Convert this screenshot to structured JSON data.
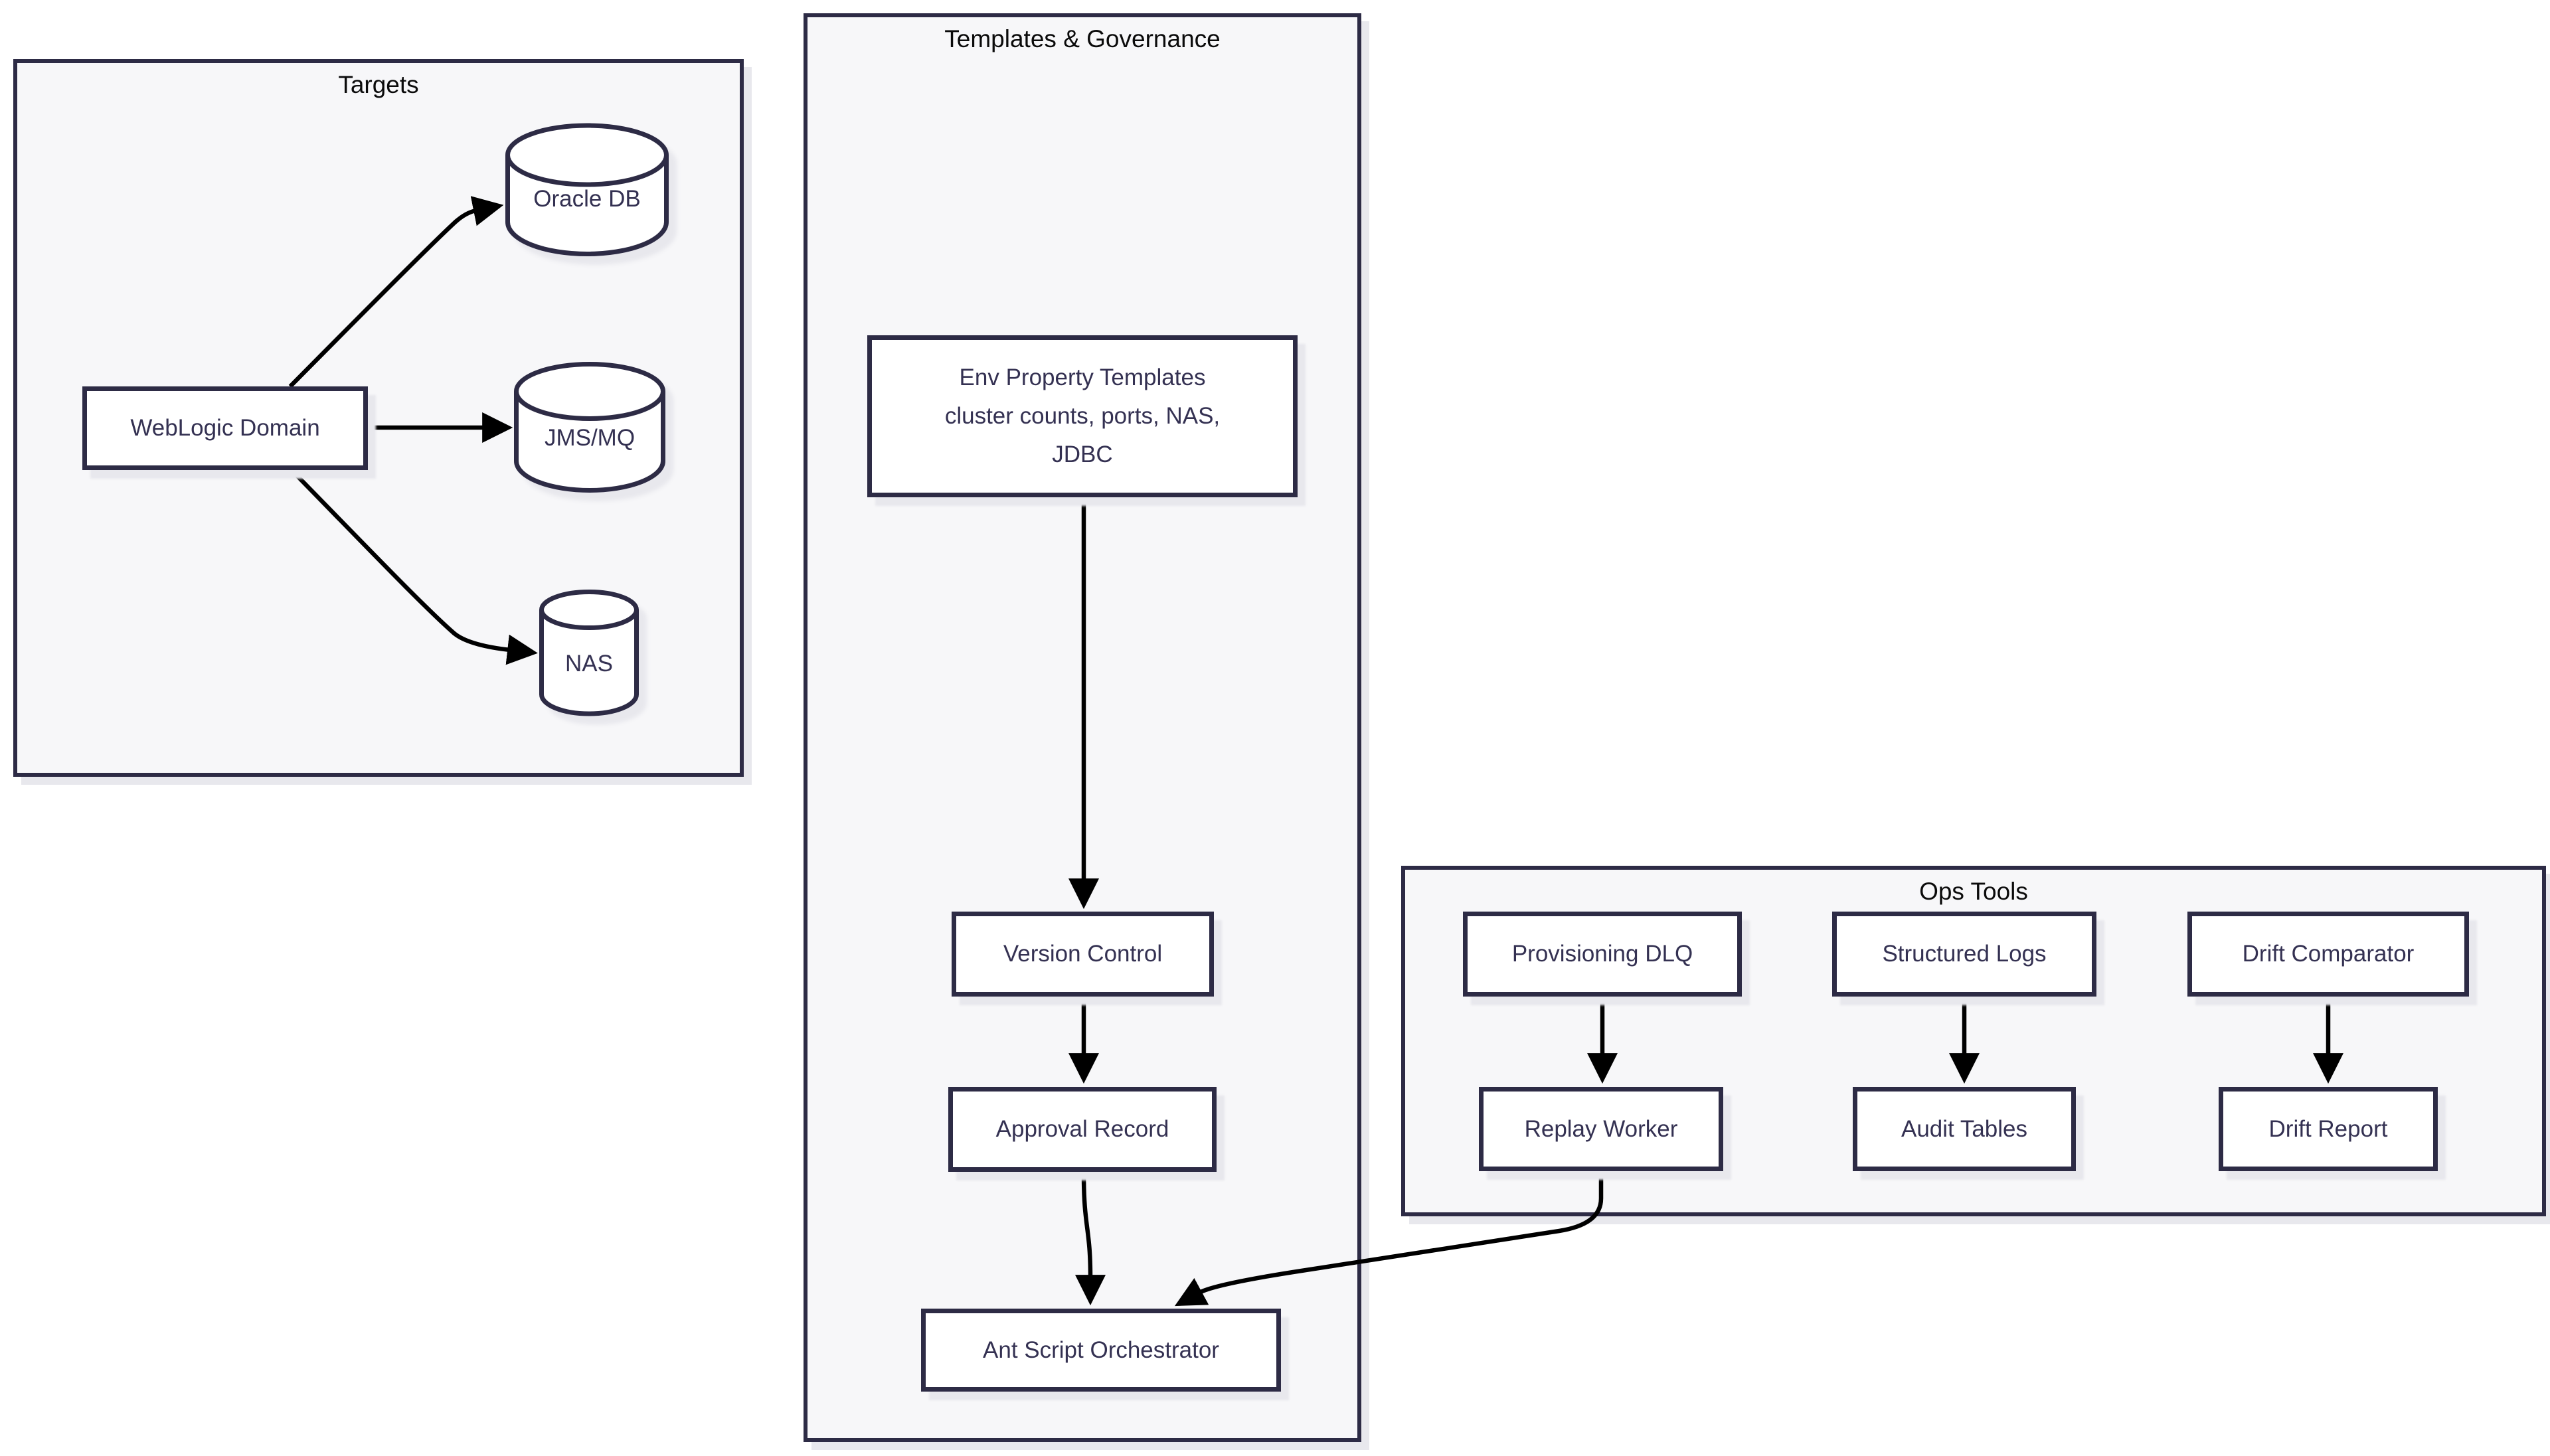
{
  "diagram": {
    "groups": {
      "targets": {
        "title": "Targets"
      },
      "templates": {
        "title": "Templates & Governance"
      },
      "ops": {
        "title": "Ops Tools"
      }
    },
    "nodes": {
      "weblogic": {
        "label": "WebLogic Domain",
        "shape": "rect",
        "group": "targets"
      },
      "oracle": {
        "label": "Oracle DB",
        "shape": "cylinder",
        "group": "targets"
      },
      "jms": {
        "label": "JMS/MQ",
        "shape": "cylinder",
        "group": "targets"
      },
      "nas": {
        "label": "NAS",
        "shape": "cylinder",
        "group": "targets"
      },
      "env_templates": {
        "label": "Env Property Templates\ncluster counts, ports, NAS,\nJDBC",
        "shape": "rect",
        "group": "templates"
      },
      "version_control": {
        "label": "Version Control",
        "shape": "rect",
        "group": "templates"
      },
      "approval_record": {
        "label": "Approval Record",
        "shape": "rect",
        "group": "templates"
      },
      "ant_orchestrator": {
        "label": "Ant Script Orchestrator",
        "shape": "rect",
        "group": "templates"
      },
      "provisioning_dlq": {
        "label": "Provisioning DLQ",
        "shape": "rect",
        "group": "ops"
      },
      "replay_worker": {
        "label": "Replay Worker",
        "shape": "rect",
        "group": "ops"
      },
      "structured_logs": {
        "label": "Structured Logs",
        "shape": "rect",
        "group": "ops"
      },
      "audit_tables": {
        "label": "Audit Tables",
        "shape": "rect",
        "group": "ops"
      },
      "drift_comparator": {
        "label": "Drift Comparator",
        "shape": "rect",
        "group": "ops"
      },
      "drift_report": {
        "label": "Drift Report",
        "shape": "rect",
        "group": "ops"
      }
    },
    "edges": [
      {
        "from": "weblogic",
        "to": "oracle"
      },
      {
        "from": "weblogic",
        "to": "jms"
      },
      {
        "from": "weblogic",
        "to": "nas"
      },
      {
        "from": "env_templates",
        "to": "version_control"
      },
      {
        "from": "version_control",
        "to": "approval_record"
      },
      {
        "from": "approval_record",
        "to": "ant_orchestrator"
      },
      {
        "from": "provisioning_dlq",
        "to": "replay_worker"
      },
      {
        "from": "structured_logs",
        "to": "audit_tables"
      },
      {
        "from": "drift_comparator",
        "to": "drift_report"
      },
      {
        "from": "replay_worker",
        "to": "ant_orchestrator"
      }
    ]
  },
  "colors": {
    "page_background": "#ffffff",
    "group_fill": "#f7f7f9",
    "group_border": "#2d2b45",
    "node_fill": "#ffffff",
    "node_border": "#2d2b45",
    "node_text": "#343152",
    "group_title_text": "#0b0b0b",
    "edge": "#000000",
    "shadow": "#e8e8ed"
  }
}
